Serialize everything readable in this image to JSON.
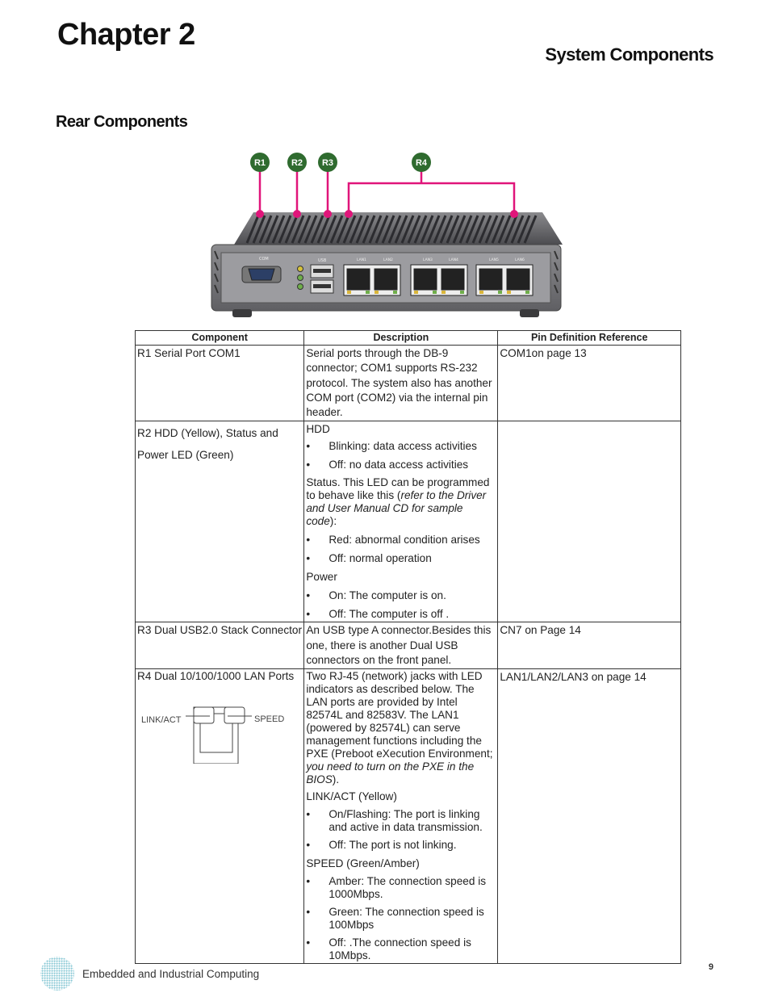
{
  "header": {
    "chapter": "Chapter 2",
    "section": "System Components"
  },
  "subsection": "Rear Components",
  "figure": {
    "callouts": [
      "R1",
      "R2",
      "R3",
      "R4"
    ],
    "port_labels": [
      "COM",
      "USB",
      "LAN1",
      "LAN2",
      "LAN3",
      "LAN4",
      "LAN5",
      "LAN6"
    ],
    "colors": {
      "callout_bg": "#2f6b2f",
      "leader": "#e0157a",
      "chassis": "#6e6e70"
    }
  },
  "table": {
    "headers": [
      "Component",
      "Description",
      "Pin Definition Reference"
    ],
    "rows": [
      {
        "component": "R1 Serial Port  COM1",
        "description": "Serial ports through the DB-9 connector; COM1 supports RS-232 protocol. The system also has another COM port (COM2) via the internal pin header.",
        "reference": "COM1on page 13"
      },
      {
        "component": "R2 HDD (Yellow), Status and Power LED (Green)",
        "desc_hdd": "HDD",
        "hdd_items": [
          "Blinking: data access activities",
          "Off:  no data access activities"
        ],
        "desc_status_a": "Status. This LED can be programmed to behave like this (",
        "desc_status_italic": "refer to the Driver and User Manual CD for sample code",
        "desc_status_b": "):",
        "status_items": [
          "Red: abnormal condition arises",
          "Off: normal operation"
        ],
        "desc_power": "Power",
        "power_items": [
          "On: The computer is on.",
          "Off: The computer is off ."
        ],
        "reference": ""
      },
      {
        "component": "R3  Dual USB2.0 Stack Connector",
        "description": "An USB type A connector.Besides this one, there is another Dual USB connectors on the front panel.",
        "reference": "CN7 on Page 14"
      },
      {
        "component": "R4  Dual 10/100/1000 LAN Ports",
        "diagram_left": "LINK/ACT",
        "diagram_right": "SPEED",
        "desc_main_a": "Two RJ-45 (network) jacks with LED indicators as described below. The LAN ports are provided by Intel 82574L and 82583V. The LAN1 (powered by 82574L) can serve management functions including the PXE (Preboot eXecution Environment; ",
        "desc_main_italic": "you need to turn on the PXE in the BIOS",
        "desc_main_b": ").",
        "desc_link": "LINK/ACT (Yellow)",
        "link_items": [
          "On/Flashing: The port is linking and active in data transmission.",
          "Off: The port is not linking."
        ],
        "desc_speed": "SPEED (Green/Amber)",
        "speed_items": [
          "Amber: The connection speed is 1000Mbps.",
          "Green: The connection speed is 100Mbps",
          "Off: .The connection speed is 10Mbps."
        ],
        "reference": "LAN1/LAN2/LAN3 on page 14"
      }
    ]
  },
  "footer": {
    "tagline": "Embedded and Industrial Computing",
    "page_number": "9"
  }
}
